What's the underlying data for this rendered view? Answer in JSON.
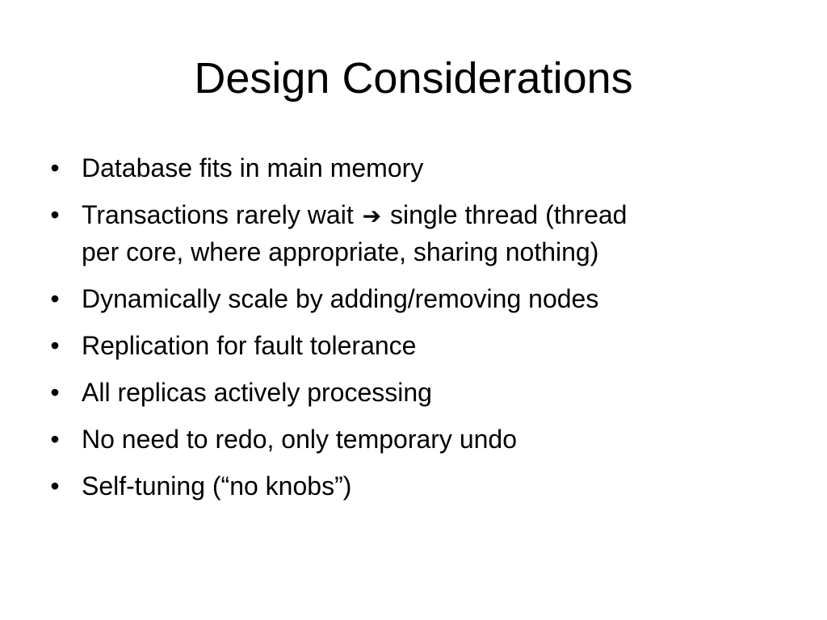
{
  "slide": {
    "title": "Design Considerations",
    "bullet_marker": "•",
    "bullets": [
      {
        "text": "Database fits in main memory"
      },
      {
        "before": "Transactions rarely wait ",
        "arrow": "➔",
        "after": " single thread (thread",
        "continuation": "per core, where appropriate, sharing nothing)"
      },
      {
        "text": "Dynamically scale by adding/removing nodes"
      },
      {
        "text": "Replication for fault tolerance"
      },
      {
        "text": "All replicas actively processing"
      },
      {
        "text": "No need to redo, only temporary undo"
      },
      {
        "text": "Self-tuning (“no knobs”)"
      }
    ]
  }
}
